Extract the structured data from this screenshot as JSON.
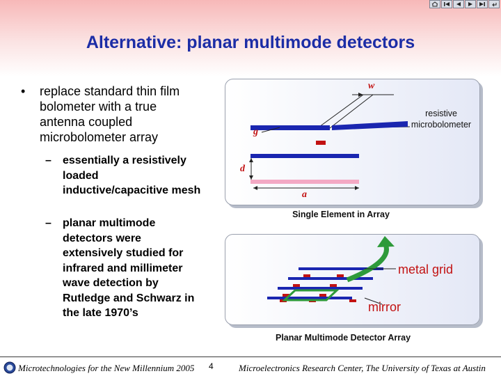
{
  "slide": {
    "title": "Alternative: planar multimode detectors",
    "bullet_marker": "•",
    "bullet_text": "replace standard thin film bolometer with a true antenna coupled microbolometer array",
    "sub_marker": "–",
    "sub_items": [
      "essentially a resistively loaded inductive/capacitive mesh",
      "planar multimode detectors were extensively studied for infrared and millimeter wave detection by Rutledge and Schwarz in the late 1970’s"
    ]
  },
  "figure_single": {
    "label_w": "w",
    "label_g": "g",
    "label_d": "d",
    "label_a": "a",
    "label_resistive": "resistive microbolometer",
    "caption": "Single Element in Array"
  },
  "figure_array": {
    "label_metal_grid": "metal grid",
    "label_mirror": "mirror",
    "caption": "Planar Multimode Detector Array"
  },
  "footer": {
    "left": "Microtechnologies for the New Millennium 2005",
    "page": "4",
    "right": "Microelectronics Research Center, The University of Texas at Austin"
  },
  "nav": {
    "icons": [
      "nav-home-icon",
      "nav-first-icon",
      "nav-prev-icon",
      "nav-next-icon",
      "nav-last-icon",
      "nav-return-icon"
    ]
  },
  "colors": {
    "title": "#1c2da6",
    "accent_red": "#c21212",
    "conductor_blue": "#1a26b0",
    "mirror_pink": "#f3a9c4",
    "arrow_green": "#2e9a3a"
  }
}
